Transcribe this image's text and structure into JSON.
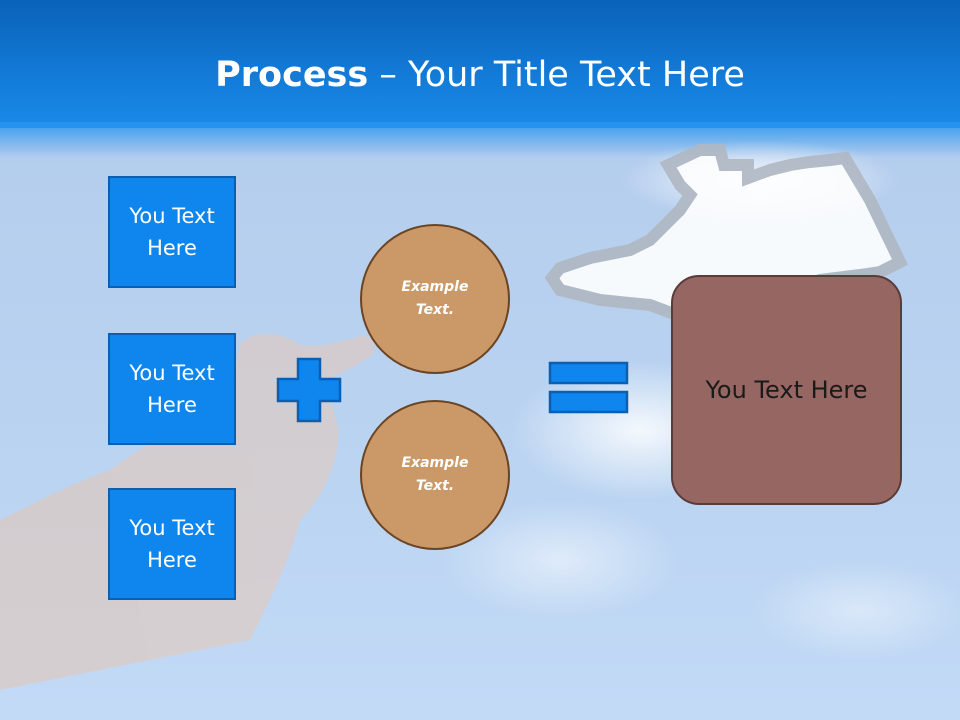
{
  "title": {
    "bold": "Process",
    "dash": " – ",
    "rest": "Your Title Text Here"
  },
  "left_boxes": [
    "You Text\nHere",
    "You Text\nHere",
    "You Text\nHere"
  ],
  "circles": [
    "Example\nText.",
    "Example\nText."
  ],
  "result": "You Text Here",
  "icons": {
    "plus": "plus-icon",
    "equals": "equals-icon",
    "cursor": "hand-cursor-icon"
  },
  "colors": {
    "header": "#1279d6",
    "box": "#0e86ee",
    "circle": "#cb9968",
    "result": "#966663"
  }
}
